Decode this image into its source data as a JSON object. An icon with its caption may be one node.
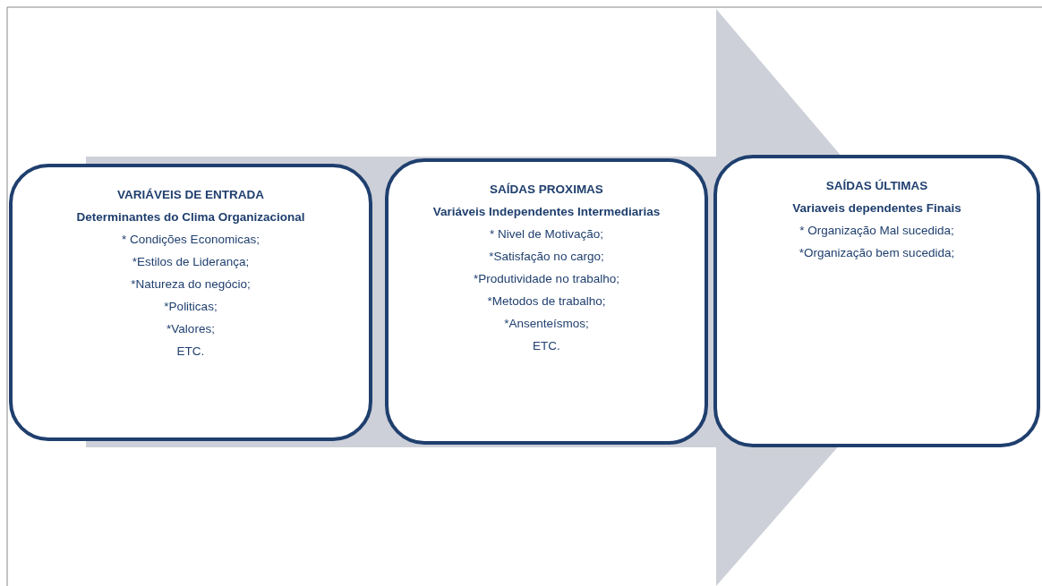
{
  "diagram": {
    "nodes": [
      {
        "text": [
          "VARIÁVEIS DE ENTRADA",
          "Determinantes do Clima Organizacional",
          "* Condições Economicas;",
          "*Estilos de Liderança;",
          "*Natureza do negócio;",
          "*Politicas;",
          "*Valores;",
          "ETC."
        ]
      },
      {
        "text": [
          "SAÍDAS PROXIMAS",
          "Variáveis Independentes Intermediarias",
          "* Nivel de Motivação;",
          "*Satisfação no cargo;",
          "*Produtividade no trabalho;",
          "*Metodos de trabalho;",
          "*Ansenteísmos;",
          "ETC."
        ]
      },
      {
        "text": [
          "SAÍDAS ÚLTIMAS",
          "Variaveis dependentes Finais",
          "* Organização Mal sucedida;",
          "*Organização bem sucedida;"
        ]
      }
    ],
    "edges": [
      {
        "from": 0,
        "to": 2,
        "arrow": "to"
      }
    ]
  }
}
